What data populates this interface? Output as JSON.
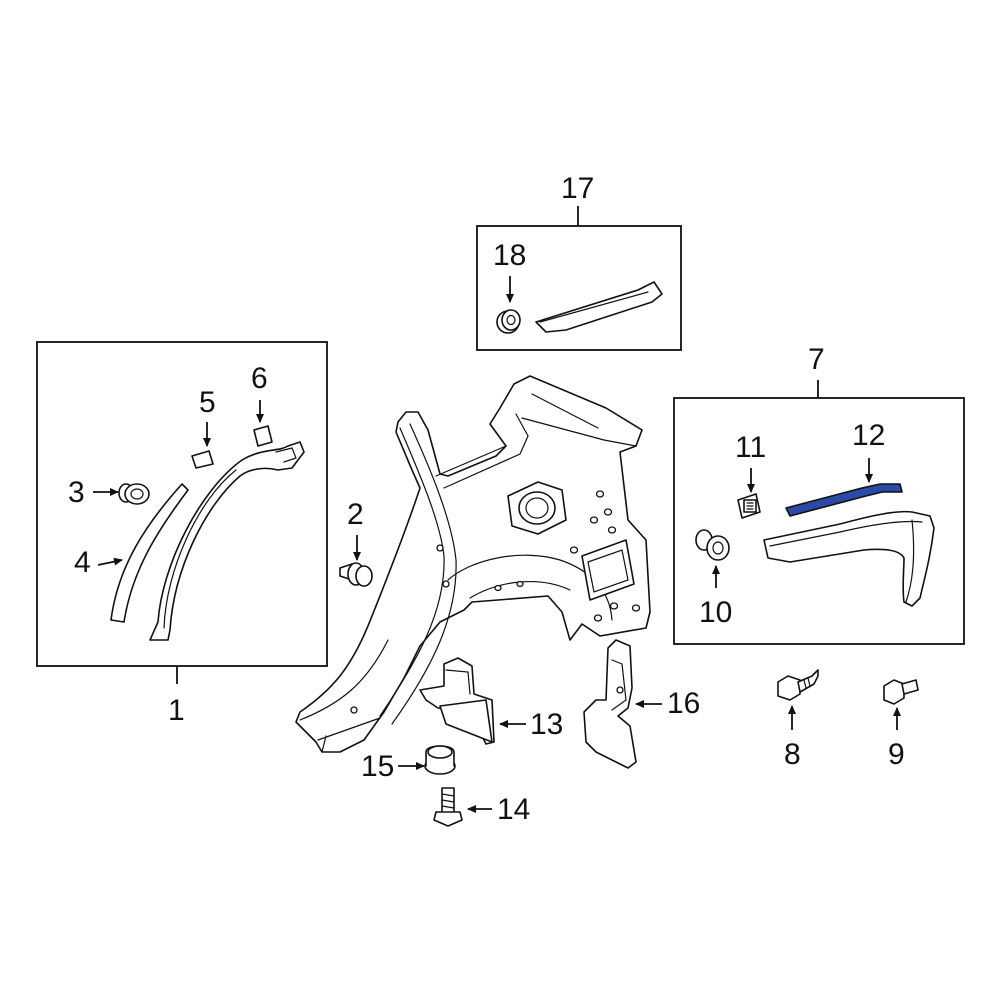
{
  "callouts": {
    "c1": "1",
    "c2": "2",
    "c3": "3",
    "c4": "4",
    "c5": "5",
    "c6": "6",
    "c7": "7",
    "c8": "8",
    "c9": "9",
    "c10": "10",
    "c11": "11",
    "c12": "12",
    "c13": "13",
    "c14": "14",
    "c15": "15",
    "c16": "16",
    "c17": "17",
    "c18": "18"
  },
  "colors": {
    "line": "#111111",
    "highlight_part": "#2b4aa8",
    "background": "#ffffff"
  },
  "highlighted_callout": "12"
}
